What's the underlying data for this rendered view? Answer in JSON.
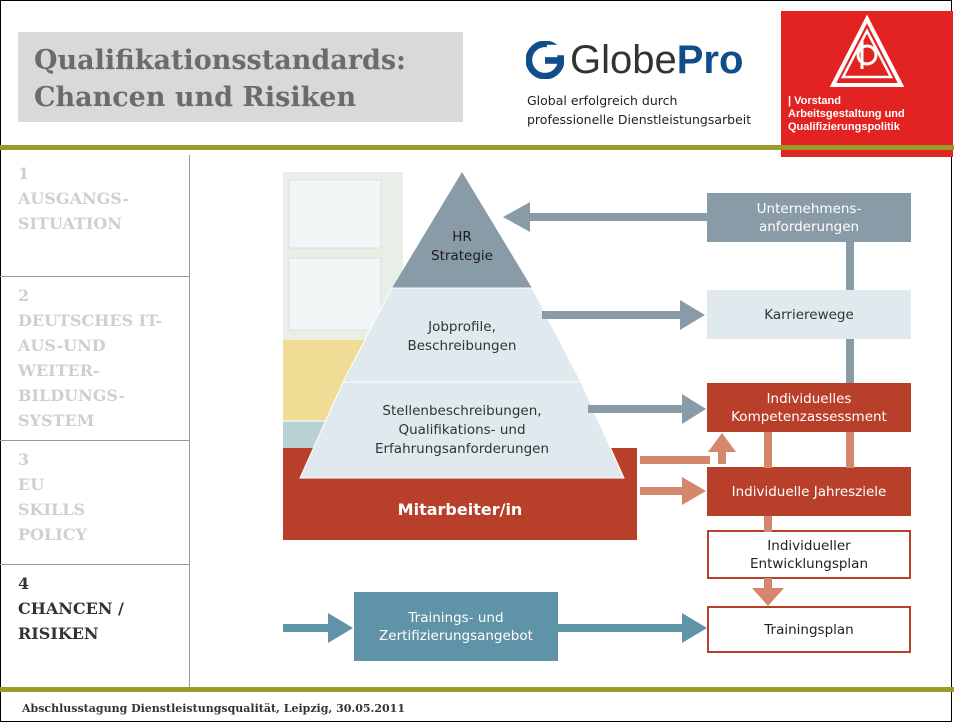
{
  "header": {
    "title": "Qualifikationsstandards:\nChancen und Risiken",
    "logo": {
      "name_part1": "Globe",
      "name_part2": "Pro",
      "tagline": "Global erfolgreich durch\nprofessionelle Dienstleistungsarbeit"
    },
    "org": {
      "text": "| Vorstand\n  Arbeitsgestaltung und\n  Qualifizierungspolitik"
    }
  },
  "sidebar": {
    "items": [
      {
        "label": "1\nAUSGANGS-\nSITUATION",
        "active": false
      },
      {
        "label": "2\nDEUTSCHES IT-\nAUS-UND\nWEITER-\nBILDUNGS-\nSYSTEM",
        "active": false
      },
      {
        "label": "3\nEU\nSKILLS\nPOLICY",
        "active": false
      },
      {
        "label": "4\nCHANCEN /\nRISIKEN",
        "active": true
      }
    ]
  },
  "diagram": {
    "pyramid": {
      "top": "HR\nStrategie",
      "middle": "Jobprofile,\nBeschreibungen",
      "bottom": "Stellenbeschreibungen,\nQualifikations- und\nErfahrungsanforderungen"
    },
    "employee": "Mitarbeiter/in",
    "boxes": {
      "unternehmensanforderungen": "Unternehmens-\nanforderungen",
      "karrierewege": "Karrierewege",
      "kompetenzassessment": "Individuelles\nKompetenzassessment",
      "jahresziele": "Individuelle Jahresziele",
      "entwicklungsplan": "Individueller\nEntwicklungsplan",
      "trainingsangebot": "Trainings- und\nZertifizierungsangebot",
      "trainingsplan": "Trainingsplan"
    },
    "colors": {
      "grey_blue": "#8a9ba8",
      "light_blue": "#dfe9ee",
      "rust": "#b8402a",
      "teal": "#5e93a8",
      "salmon_arrow": "#d4876a"
    }
  },
  "footer": {
    "text": "Abschlusstagung Dienstleistungsqualität, Leipzig, 30.05.2011"
  }
}
